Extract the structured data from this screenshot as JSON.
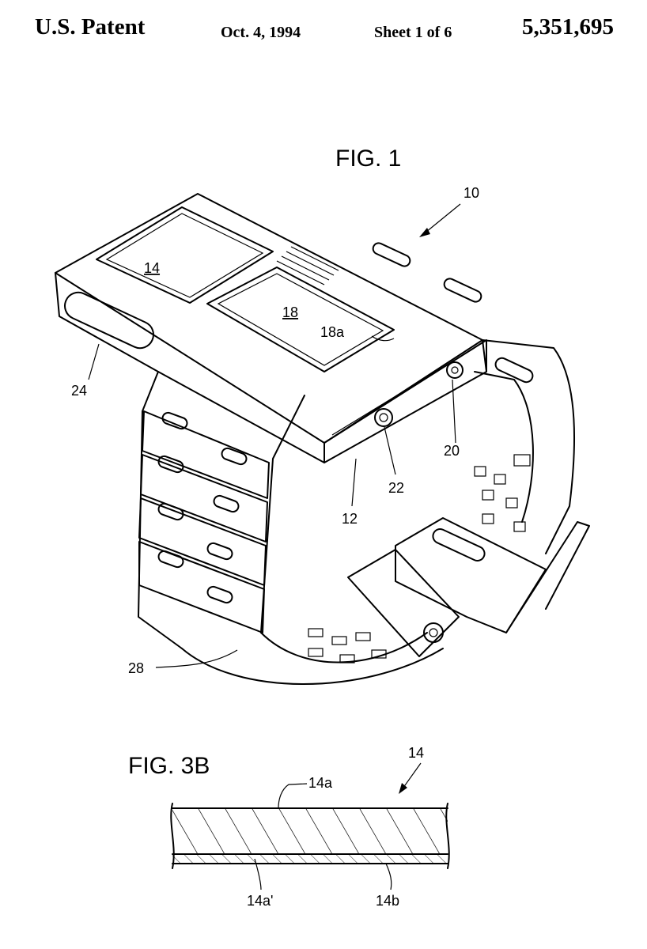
{
  "header": {
    "title": "U.S. Patent",
    "date": "Oct. 4, 1994",
    "sheet": "Sheet 1 of 6",
    "patent_number": "5,351,695"
  },
  "figures": [
    {
      "label": "FIG. 1",
      "refs": {
        "r10": "10",
        "r14": "14",
        "r18": "18",
        "r18a": "18a",
        "r24": "24",
        "r20": "20",
        "r22": "22",
        "r12": "12",
        "r28": "28"
      }
    },
    {
      "label": "FIG. 3B",
      "refs": {
        "r14": "14",
        "r14a": "14a",
        "r14a_prime": "14a'",
        "r14b": "14b"
      }
    }
  ]
}
